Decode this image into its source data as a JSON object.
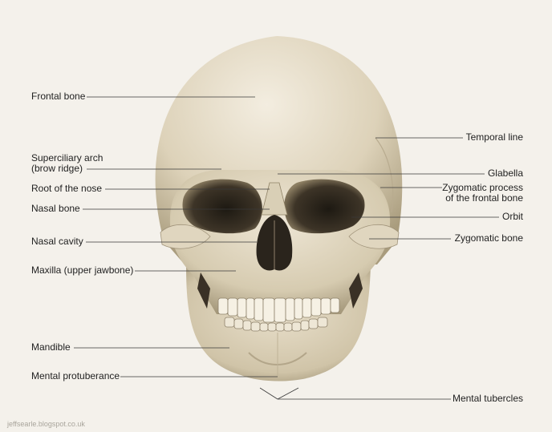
{
  "labels": {
    "frontal_bone": "Frontal bone",
    "superciliary_arch": "Superciliary arch",
    "brow_ridge": "(brow ridge)",
    "root_of_nose": "Root of the nose",
    "nasal_bone": "Nasal bone",
    "nasal_cavity": "Nasal cavity",
    "maxilla": "Maxilla (upper jawbone)",
    "mandible": "Mandible",
    "mental_protuberance": "Mental protuberance",
    "temporal_line": "Temporal line",
    "glabella": "Glabella",
    "zygomatic_process_1": "Zygomatic process",
    "zygomatic_process_2": "of the frontal bone",
    "orbit": "Orbit",
    "zygomatic_bone": "Zygomatic bone",
    "mental_tubercles": "Mental tubercles"
  },
  "credit": "jeffsearle.blogspot.co.uk",
  "colors": {
    "background": "#f4f1eb",
    "bone_light": "#ebe3d2",
    "bone_mid": "#cfc3a6",
    "bone_shadow": "#8f8266",
    "cavity": "#2a241c",
    "leader_line": "#3a3a3a"
  }
}
